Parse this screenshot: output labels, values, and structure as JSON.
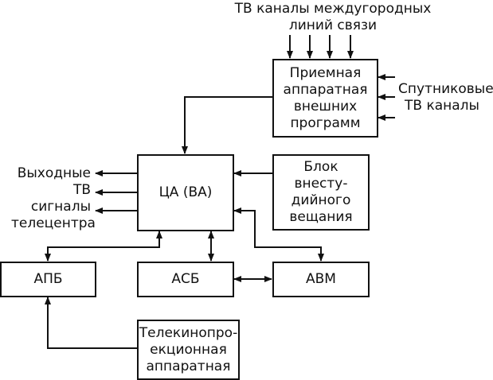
{
  "diagram": {
    "blocks": {
      "receiving": "Приемная\nаппаратная\nвнешних\nпрограмм",
      "central": "ЦА (ВА)",
      "outside_broadcast": "Блок\nвнесту-\nдийного\nвещания",
      "apb": "АПБ",
      "asb": "АСБ",
      "avm": "АВМ",
      "telecine": "Телекинопро-\nекционная\nаппаратная"
    },
    "labels": {
      "intercity": "ТВ каналы междугородных\nлиний связи",
      "satellite": "Спутниковые\nТВ каналы",
      "outputs": "Выходные\nТВ сигналы\nтелецентра"
    }
  }
}
